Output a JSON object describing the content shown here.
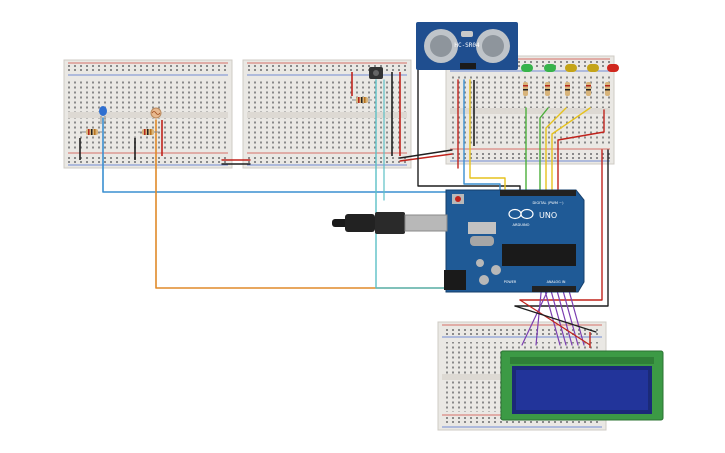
{
  "window": {
    "background": "#ffffff"
  },
  "arduino": {
    "brand": "ARDUINO",
    "model": "UNO",
    "digital_label": "DIGITAL (PWM ~)",
    "analog_label": "ANALOG IN",
    "power_label": "POWER"
  },
  "sensor": {
    "model": "HC-SR04"
  },
  "colors": {
    "board": "#1f5a96",
    "breadboard": "#eae8e4",
    "wire_blue": "#3a8fd1",
    "wire_orange": "#e08a2a",
    "wire_teal": "#5cc0c6",
    "wire_red": "#c0231c",
    "wire_black": "#1f1f1f",
    "wire_green": "#4caf3b",
    "wire_yellow": "#e6c21e",
    "wire_purple": "#7a3db0",
    "lcd_screen": "#1b2a78",
    "lcd_board": "#3c9a45"
  },
  "leds": [
    {
      "name": "led-green-1",
      "color": "#37b34a"
    },
    {
      "name": "led-green-2",
      "color": "#37b34a"
    },
    {
      "name": "led-yellow-1",
      "color": "#c4a418"
    },
    {
      "name": "led-yellow-2",
      "color": "#c4a418"
    },
    {
      "name": "led-red",
      "color": "#d0271d"
    }
  ]
}
